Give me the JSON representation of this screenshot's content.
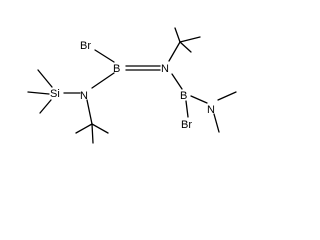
{
  "structure": {
    "colors": {
      "bond": "#000000",
      "text": "#000000",
      "background": "#ffffff"
    },
    "atoms": {
      "br_top": "Br",
      "b_upper": "B",
      "n_imine": "N",
      "si": "Si",
      "n_amine": "N",
      "b_lower": "B",
      "br_bottom": "Br",
      "n_dimethyl": "N"
    }
  }
}
